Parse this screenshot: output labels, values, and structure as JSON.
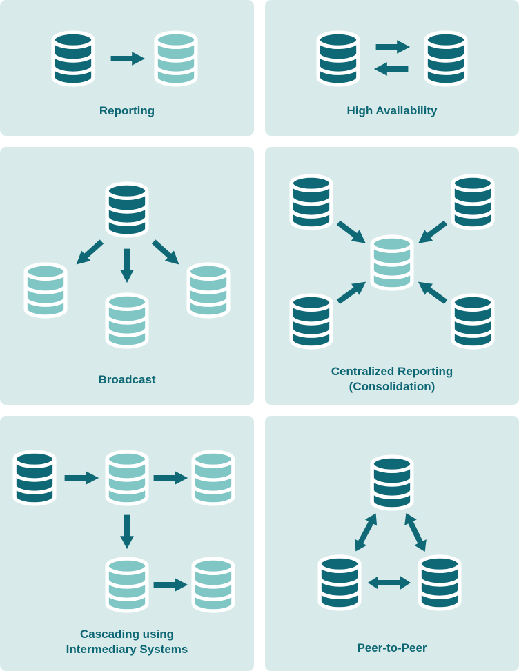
{
  "colors": {
    "page_bg": "#ffffff",
    "panel_bg": "#d8ebea",
    "db_dark": "#0f6875",
    "db_light": "#7fc6c4",
    "arrow": "#0f6875",
    "label": "#0c6673"
  },
  "icons": {
    "database": "database-cylinder",
    "arrow_single": "arrow-single-head",
    "arrow_double": "arrow-double-head"
  },
  "panels": {
    "reporting": {
      "label": "Reporting"
    },
    "high_availability": {
      "label": "High Availability"
    },
    "broadcast": {
      "label": "Broadcast"
    },
    "centralized_reporting": {
      "label_line1": "Centralized Reporting",
      "label_line2": "(Consolidation)"
    },
    "cascading": {
      "label_line1": "Cascading using",
      "label_line2": "Intermediary Systems"
    },
    "peer_to_peer": {
      "label": "Peer-to-Peer"
    }
  }
}
